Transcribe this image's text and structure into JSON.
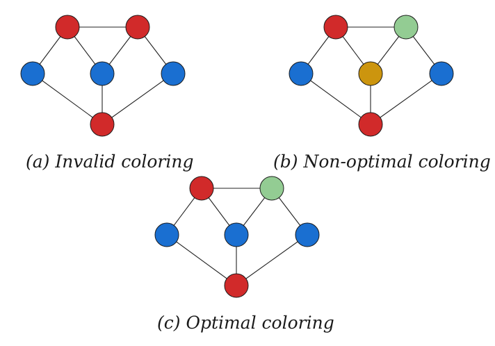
{
  "colors": {
    "red": "#d12a2a",
    "blue": "#1a6fd1",
    "green": "#93cc93",
    "gold": "#cc950e"
  },
  "panels": [
    {
      "id": "a",
      "caption": "(a) Invalid coloring",
      "node_colors": [
        "red",
        "red",
        "blue",
        "blue",
        "blue",
        "red"
      ]
    },
    {
      "id": "b",
      "caption": "(b) Non-optimal coloring",
      "node_colors": [
        "red",
        "green",
        "blue",
        "gold",
        "blue",
        "red"
      ]
    },
    {
      "id": "c",
      "caption": "(c) Optimal coloring",
      "node_colors": [
        "red",
        "green",
        "blue",
        "blue",
        "blue",
        "red"
      ]
    }
  ]
}
